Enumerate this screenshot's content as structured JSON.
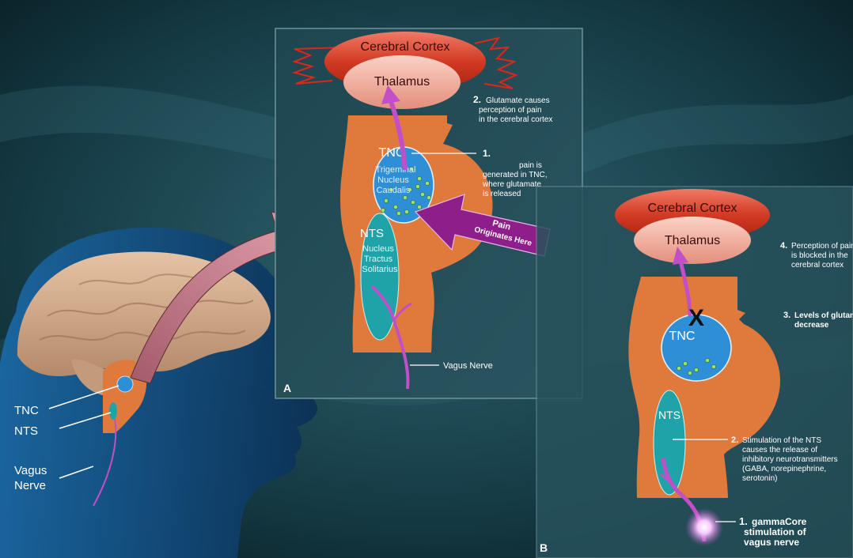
{
  "head_labels": {
    "tnc": "TNC",
    "nts": "NTS",
    "vagus_line1": "Vagus",
    "vagus_line2": "Nerve"
  },
  "panel_a": {
    "letter": "A",
    "cortex": "Cerebral Cortex",
    "thalamus": "Thalamus",
    "tnc_title": "TNC",
    "tnc_sub": [
      "Trigeminal",
      "Nucleus",
      "Caudalis"
    ],
    "nts_title": "NTS",
    "nts_sub": [
      "Nucleus",
      "Tractus",
      "Solitarius"
    ],
    "pain_arrow": [
      "Pain",
      "Originates Here"
    ],
    "vagus": "Vagus Nerve",
    "note1_num": "1.",
    "note1": [
      "pain is",
      "generated in TNC,",
      "where glutamate",
      "is released"
    ],
    "note2_num": "2.",
    "note2": [
      "Glutamate causes",
      "perception of pain",
      "in the cerebral cortex"
    ]
  },
  "panel_b": {
    "letter": "B",
    "cortex": "Cerebral Cortex",
    "thalamus": "Thalamus",
    "tnc_title": "TNC",
    "nts_title": "NTS",
    "block_mark": "X",
    "note4_num": "4.",
    "note4": [
      "Perception of pain",
      "is blocked in the",
      "cerebral cortex"
    ],
    "note3_num": "3.",
    "note3": [
      "Levels of glutamate",
      "decrease"
    ],
    "note2_num": "2.",
    "note2": [
      "Stimulation of the NTS",
      "causes the release of",
      "inhibitory neurotransmitters",
      "(GABA, norepinephrine,",
      "serotonin)"
    ],
    "note1_num": "1.",
    "note1": [
      "gammaCore",
      "stimulation of",
      "vagus nerve"
    ]
  },
  "colors": {
    "background": "#0d2b33",
    "brainstem": "#e07a3c",
    "cortex": "#c8321e",
    "thalamus": "#f2a89a",
    "tnc": "#2f8fd6",
    "nts": "#1fa3a8",
    "nerve": "#c24fc8",
    "pain_arrow": "#8e1f8a",
    "big_arrow": "#c9808f"
  }
}
